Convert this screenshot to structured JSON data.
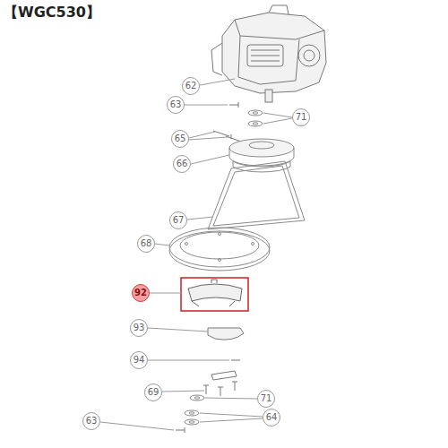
{
  "diagram": {
    "title": "【WGC530】",
    "labels": [
      "62",
      "63",
      "71",
      "65",
      "66",
      "67",
      "68",
      "92",
      "93",
      "94",
      "69",
      "71",
      "64",
      "63"
    ]
  }
}
